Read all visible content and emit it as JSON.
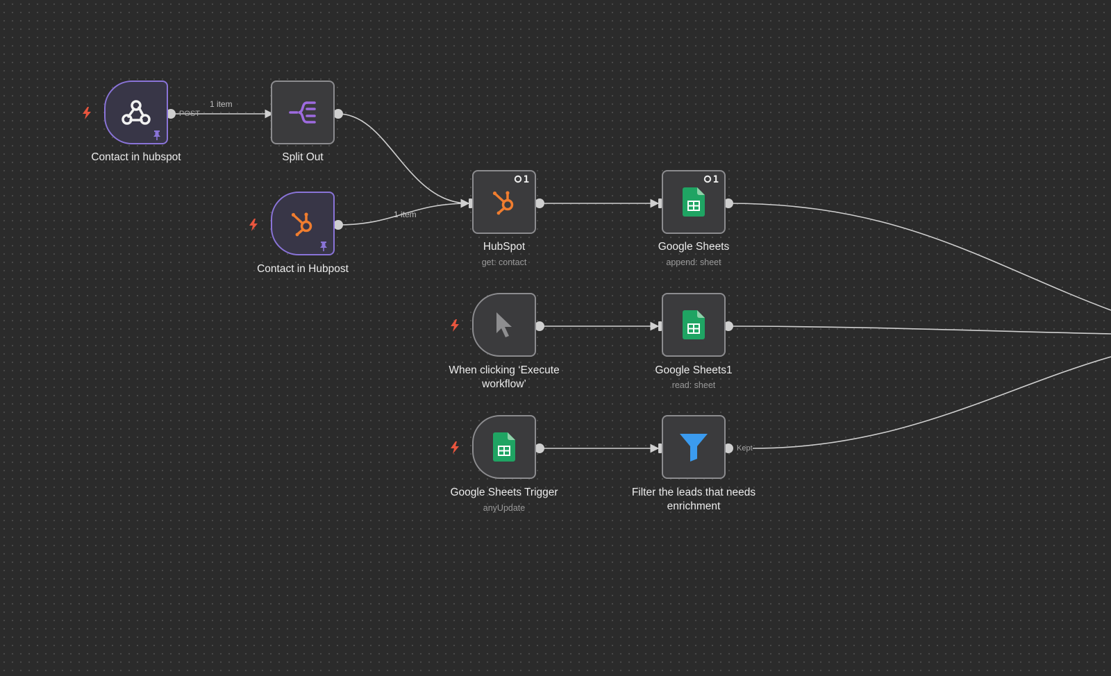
{
  "nodes": {
    "webhook": {
      "title": "Contact in hubspot",
      "icon": "webhook-icon",
      "pinned": true,
      "trigger": true
    },
    "split_out": {
      "title": "Split Out",
      "icon": "split-out-icon"
    },
    "hubspot_trigger": {
      "title": "Contact in Hubpost",
      "icon": "hubspot-icon",
      "pinned": true,
      "trigger": true
    },
    "hubspot": {
      "title": "HubSpot",
      "subtitle": "get: contact",
      "icon": "hubspot-icon",
      "badge": "1"
    },
    "google_sheets": {
      "title": "Google Sheets",
      "subtitle": "append: sheet",
      "icon": "google-sheets-icon",
      "badge": "1"
    },
    "manual_trigger": {
      "title": "When clicking ‘Execute workflow’",
      "icon": "cursor-icon",
      "trigger": true
    },
    "google_sheets1": {
      "title": "Google Sheets1",
      "subtitle": "read: sheet",
      "icon": "google-sheets-icon"
    },
    "sheets_trigger": {
      "title": "Google Sheets Trigger",
      "subtitle": "anyUpdate",
      "icon": "google-sheets-icon",
      "trigger": true
    },
    "filter": {
      "title": "Filter the leads that needs enrichment",
      "icon": "filter-icon"
    }
  },
  "edges": {
    "webhook_to_split": {
      "items": "1 item",
      "port": "POST"
    },
    "hubspot_trigger_to_hubspot": {
      "items": "1 item"
    },
    "filter_out": {
      "port": "Kept"
    }
  },
  "colors": {
    "canvas": "#2b2b2b",
    "node_border": "#8c8c8f",
    "pinned_border": "#8a74d9",
    "trigger_bolt": "#e8553e",
    "hubspot": "#f07d2f",
    "sheets": "#1fa463",
    "filter": "#3b9bef",
    "split_out": "#9e6be0"
  }
}
